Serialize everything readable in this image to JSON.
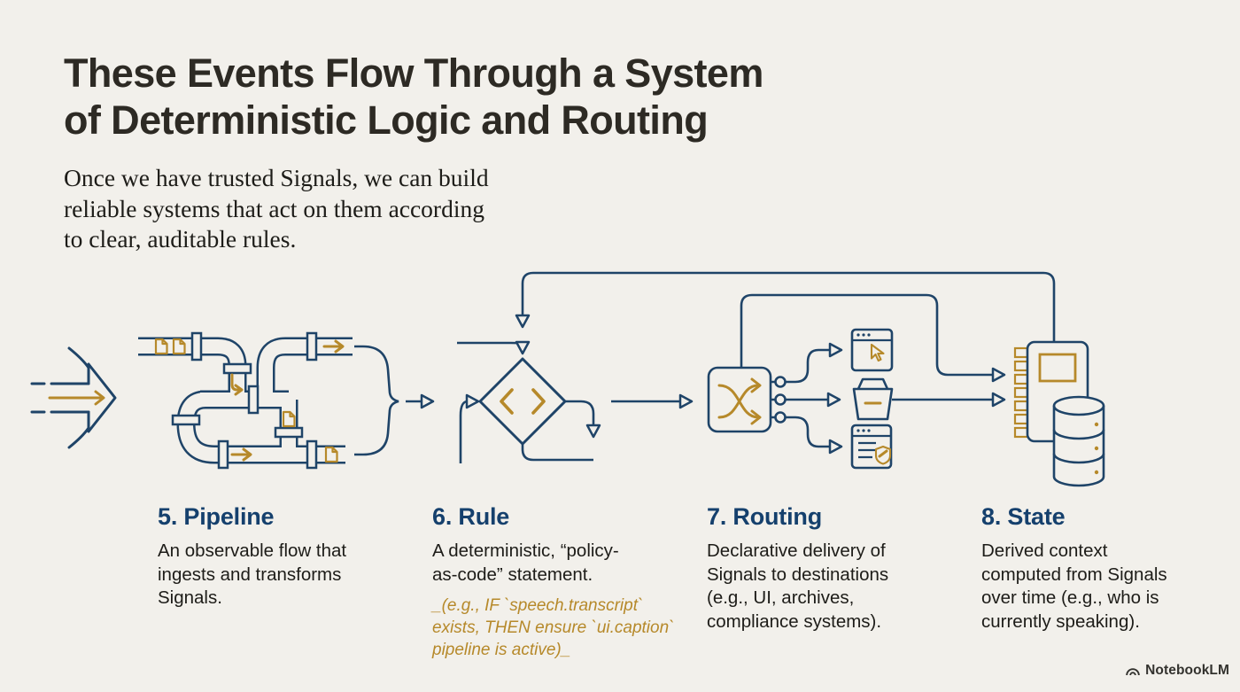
{
  "slide": {
    "title": "These Events Flow Through a System\nof Deterministic Logic and Routing",
    "subtitle": "Once we have trusted Signals, we can build\nreliable systems that act on them according\nto clear, auditable rules.",
    "branding": "NotebookLM"
  },
  "colors": {
    "background": "#f2f0eb",
    "line_navy": "#1f4468",
    "accent_gold": "#b6892a",
    "heading_blue": "#15406d",
    "title_ink": "#2d2a24",
    "body_ink": "#1d1c18",
    "brand_ink": "#33322e"
  },
  "diagram": {
    "flow": [
      "events-in",
      "pipeline",
      "rule",
      "routing",
      "state"
    ],
    "icons": [
      "flow-in-arrow-icon",
      "pipeline-pipes-icon",
      "signal-document-icon",
      "merge-brace",
      "decision-diamond-icon",
      "code-chevrons-icon",
      "shuffle-routing-icon",
      "browser-window-icon",
      "cursor-icon",
      "archive-box-icon",
      "compliance-report-icon",
      "shield-check-icon",
      "state-chip-icon",
      "database-icon",
      "notebooklm-logo-icon"
    ]
  },
  "captions": [
    {
      "heading": "5. Pipeline",
      "body": "An observable flow that\ningests and transforms\nSignals."
    },
    {
      "heading": "6. Rule",
      "body": "A deterministic, “policy-\nas-code” statement.",
      "note": "_(e.g., IF `speech.transcript`\nexists, THEN ensure `ui.caption`\npipeline is active)_"
    },
    {
      "heading": "7. Routing",
      "body": "Declarative delivery of\nSignals to destinations\n(e.g., UI, archives,\ncompliance systems)."
    },
    {
      "heading": "8. State",
      "body": "Derived context\ncomputed from Signals\nover time (e.g., who is\ncurrently speaking)."
    }
  ]
}
